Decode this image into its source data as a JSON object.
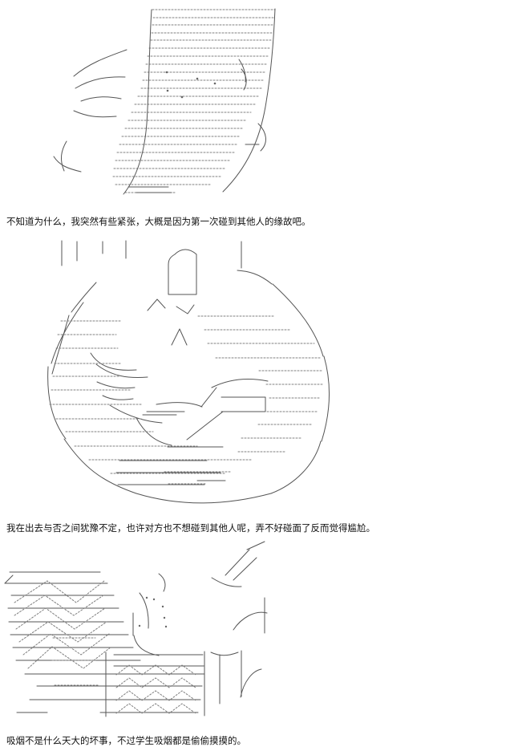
{
  "captions": [
    "不知道为什么，我突然有些紧张，大概是因为第一次碰到其他人的缘故吧。",
    "我在出去与否之间犹豫不定，也许对方也不想碰到其他人呢，弄不好碰面了反而觉得尴尬。",
    "吸烟不是什么天大的坏事，不过学生吸烟都是偷偷摸摸的。"
  ],
  "panels": [
    {
      "name": "ascii-art-panel-1"
    },
    {
      "name": "ascii-art-panel-2"
    },
    {
      "name": "ascii-art-panel-3"
    }
  ],
  "colors": {
    "background": "#ffffff",
    "text": "#111111",
    "line_art": "#555555"
  }
}
